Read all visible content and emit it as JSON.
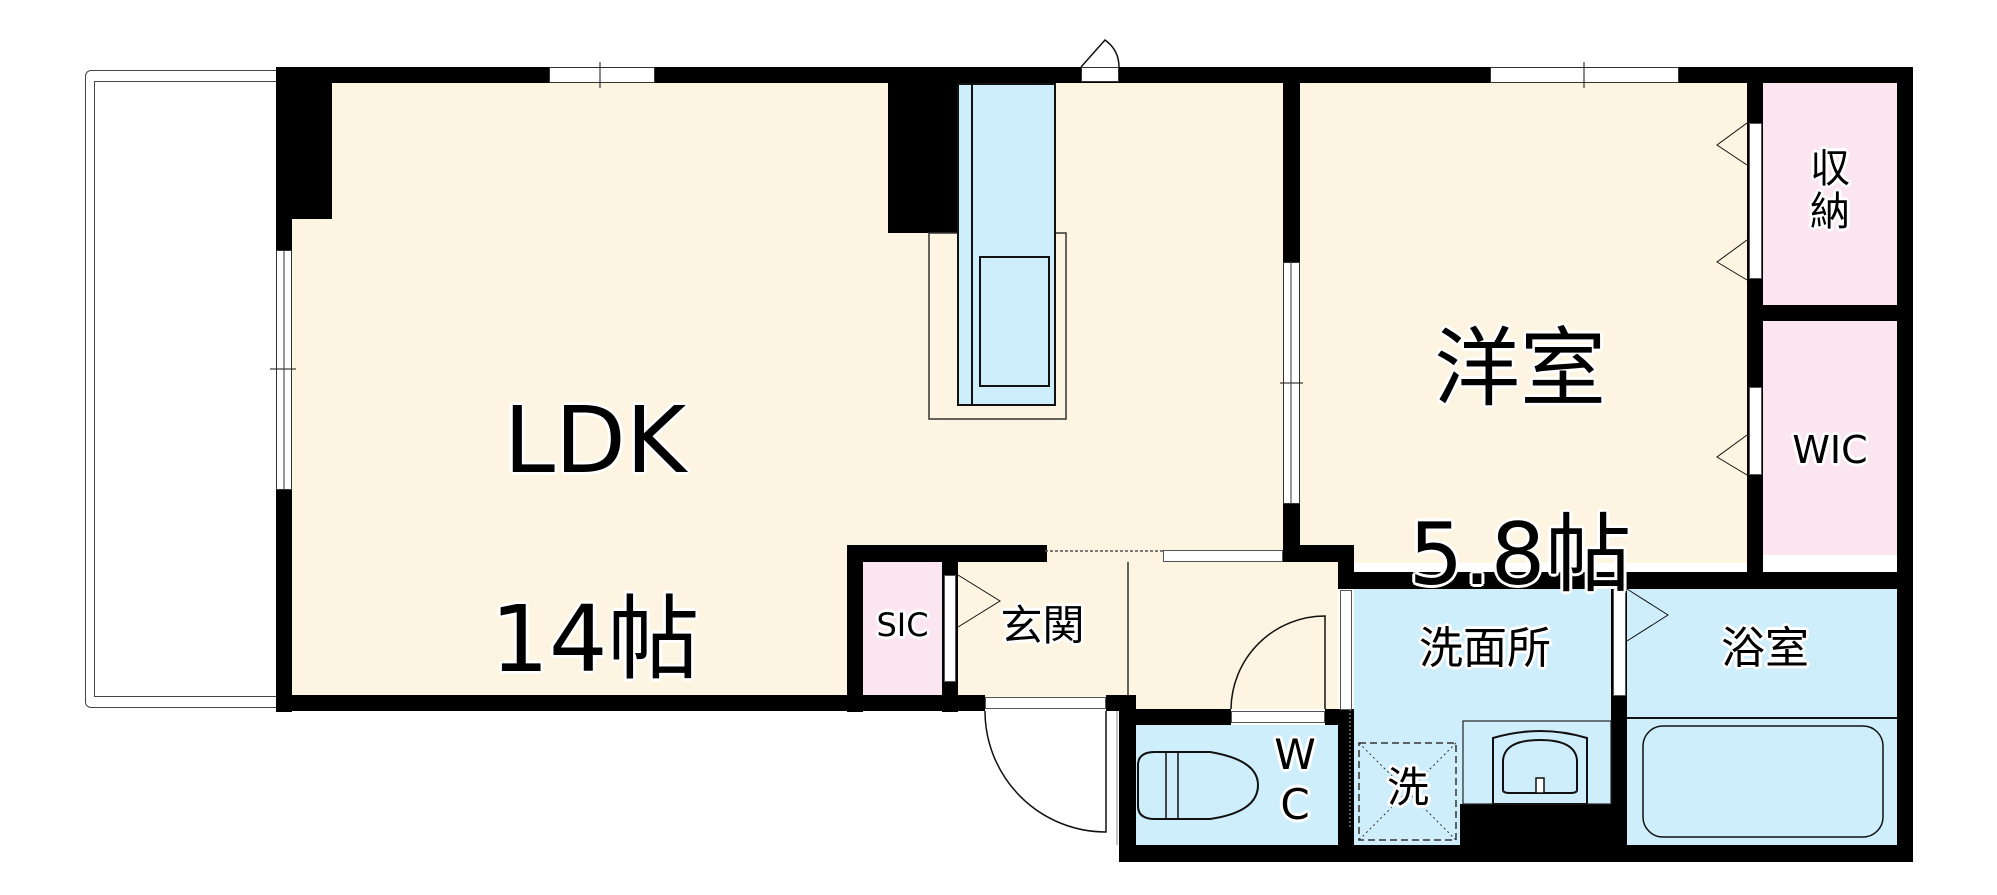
{
  "floorplan": {
    "colors": {
      "living": "#fdf5e2",
      "storage": "#fbe6ef",
      "wet_area": "#cfeefb",
      "wall": "#000000"
    },
    "rooms": {
      "ldk": {
        "name": "LDK",
        "size": "14帖"
      },
      "bedroom": {
        "name": "洋室",
        "size": "5.8帖"
      },
      "storage": {
        "name": "収\n納"
      },
      "wic": {
        "name": "WIC"
      },
      "sic": {
        "name": "SIC"
      },
      "entrance": {
        "name": "玄関"
      },
      "washroom": {
        "name": "洗面所"
      },
      "bathroom": {
        "name": "浴室"
      },
      "toilet": {
        "name": "W\nC"
      },
      "washer": {
        "name": "洗"
      }
    }
  }
}
